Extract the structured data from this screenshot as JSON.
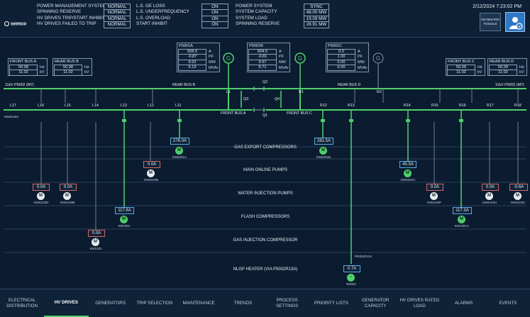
{
  "status": {
    "col1": [
      {
        "label": "POWER MANAGEMENT SYSTEM",
        "value": "NORMAL"
      },
      {
        "label": "SPINNING RESERVE",
        "value": "NORMAL"
      },
      {
        "label": "HV DRIVES TRIP/START INHIBIT",
        "value": "NORMAL"
      },
      {
        "label": "HV DRIVES FAILED TO TRIP",
        "value": "NORMAL"
      }
    ],
    "col2": [
      {
        "label": "L.S. GE LOSS",
        "value": "ON"
      },
      {
        "label": "L.S. UNDERFREQUENCY",
        "value": "ON"
      },
      {
        "label": "L.S. OVERLOAD",
        "value": "ON"
      },
      {
        "label": "START INHIBIT",
        "value": "ON"
      }
    ],
    "col3": [
      {
        "label": "POWER SYSTEM",
        "value": "SYNC"
      },
      {
        "label": "SYSTEM CAPACITY",
        "value": "48.00 MW"
      },
      {
        "label": "SYSTEM LOAD",
        "value": "19.09 MW"
      },
      {
        "label": "SPINNING RESERVE",
        "value": "28.91 MW"
      }
    ]
  },
  "header": {
    "logo": "semco",
    "datetime": "2/12/2024 7:23:02 PM",
    "keyboard_l1": "KEYBOARD",
    "keyboard_l2": "TOGGLE"
  },
  "generators": [
    {
      "name": "P5001A",
      "rows": [
        {
          "v": "558.0",
          "u": "A"
        },
        {
          "v": "-0.87",
          "u": "PF"
        },
        {
          "v": "9.52",
          "u": "MW"
        },
        {
          "v": "5.13",
          "u": "MVAr"
        }
      ]
    },
    {
      "name": "P5001B",
      "rows": [
        {
          "v": "604.0",
          "u": "A"
        },
        {
          "v": "-0.81",
          "u": "PF"
        },
        {
          "v": "9.57",
          "u": "MW"
        },
        {
          "v": "6.71",
          "u": "MVAr"
        }
      ]
    },
    {
      "name": "P5001C",
      "rows": [
        {
          "v": "0.0",
          "u": "A"
        },
        {
          "v": "1.00",
          "u": "PF"
        },
        {
          "v": "0.00",
          "u": "MW"
        },
        {
          "v": "0.00",
          "u": "MVAr"
        }
      ]
    }
  ],
  "buses": {
    "front_a": {
      "name": "FRONT BUS A",
      "rows": [
        {
          "v": "50.08",
          "u": "Hz"
        },
        {
          "v": "11.02",
          "u": "kV"
        }
      ]
    },
    "rear_b": {
      "name": "REAR BUS B",
      "rows": [
        {
          "v": "50.08",
          "u": "Hz"
        },
        {
          "v": "11.02",
          "u": "kV"
        }
      ]
    },
    "front_c": {
      "name": "FRONT BUS C",
      "rows": [
        {
          "v": "50.09",
          "u": "Hz"
        },
        {
          "v": "11.02",
          "u": "kV"
        }
      ]
    },
    "rear_d": {
      "name": "REAR BUS D",
      "rows": [
        {
          "v": "50.09",
          "u": "Hz"
        },
        {
          "v": "11.02",
          "u": "kV"
        }
      ]
    }
  },
  "diagram": {
    "left_bus": "11kV P5002 (M7)",
    "right_bus": "11kV P5002 (M7)",
    "rear_bus_b": "REAR BUS B",
    "rear_bus_d": "REAR BUS D",
    "front_bus_a": "FRONT BUS A",
    "front_bus_c": "FRONT BUS C",
    "removed": "REMOVED",
    "labels": {
      "l1": "L1",
      "r1": "R1",
      "r2": "R2",
      "q1": "Q1",
      "q2": "Q2",
      "q3": "Q3",
      "q4": "Q4"
    },
    "feeders": [
      "L17",
      "L16",
      "L15",
      "L14",
      "L13",
      "L12",
      "L11",
      "R12",
      "R13",
      "R14",
      "R15",
      "R16",
      "R17",
      "R18"
    ]
  },
  "sections": [
    "GAS EXPORT COMPRESSORS",
    "MAIN ONLINE PUMPS",
    "WATER INJECTION PUMPS",
    "FLASH COMPRESSORS",
    "GAS INJECTION COMPRESSOR",
    "NLGP HEATER (VIA P5002R13A)"
  ],
  "loads": [
    {
      "current": "276.0A",
      "tag": "KM3201A",
      "energized": true,
      "alarm": false
    },
    {
      "current": "281.5A",
      "tag": "KM3201B",
      "energized": true,
      "alarm": false
    },
    {
      "current": "0.0A",
      "tag": "GM3102B",
      "energized": false,
      "alarm": true
    },
    {
      "current": "45.5A",
      "tag": "GM3102A",
      "energized": true,
      "alarm": false
    },
    {
      "current": "0.0A",
      "tag": "GM4103D",
      "energized": false,
      "alarm": true
    },
    {
      "current": "0.0A",
      "tag": "GM4103B",
      "energized": false,
      "alarm": true
    },
    {
      "current": "0.0A",
      "tag": "GM4103F",
      "energized": false,
      "alarm": true
    },
    {
      "current": "0.0A",
      "tag": "GM4103A",
      "energized": false,
      "alarm": true
    },
    {
      "current": "-0.6A",
      "tag": "GM4103C",
      "energized": false,
      "alarm": true
    },
    {
      "current": "117.8A",
      "tag": "KM2301",
      "energized": true,
      "alarm": false
    },
    {
      "current": "117.3A",
      "tag": "KM1301A",
      "energized": true,
      "alarm": false
    },
    {
      "current": "0.0A",
      "tag": "KM1301",
      "energized": false,
      "alarm": true
    },
    {
      "current": "0.7A",
      "tag": "E6004",
      "energized": true,
      "alarm": false
    }
  ],
  "heater_tag": "P5002R13A",
  "nav": [
    {
      "label": "ELECTRICAL DISTRIBUTION",
      "active": false
    },
    {
      "label": "HV DRIVES",
      "active": true
    },
    {
      "label": "GENERATORS",
      "active": false
    },
    {
      "label": "TRIP SELECTION",
      "active": false
    },
    {
      "label": "MAINTENANCE",
      "active": false
    },
    {
      "label": "TRENDS",
      "active": false
    },
    {
      "label": "PROCESS SETTINGS",
      "active": false
    },
    {
      "label": "PRIORITY LISTS",
      "active": false
    },
    {
      "label": "GENERATOR CAPACITY",
      "active": false
    },
    {
      "label": "HV DRIVES RATED LOAD",
      "active": false
    },
    {
      "label": "ALARMS",
      "active": false
    },
    {
      "label": "EVENTS",
      "active": false
    }
  ],
  "colors": {
    "energized": "#4fd16b",
    "deenergized": "#8a99a8",
    "alarm_border": "#d86666",
    "normal_border": "#8aa0b6",
    "background": "#0b1c30"
  }
}
